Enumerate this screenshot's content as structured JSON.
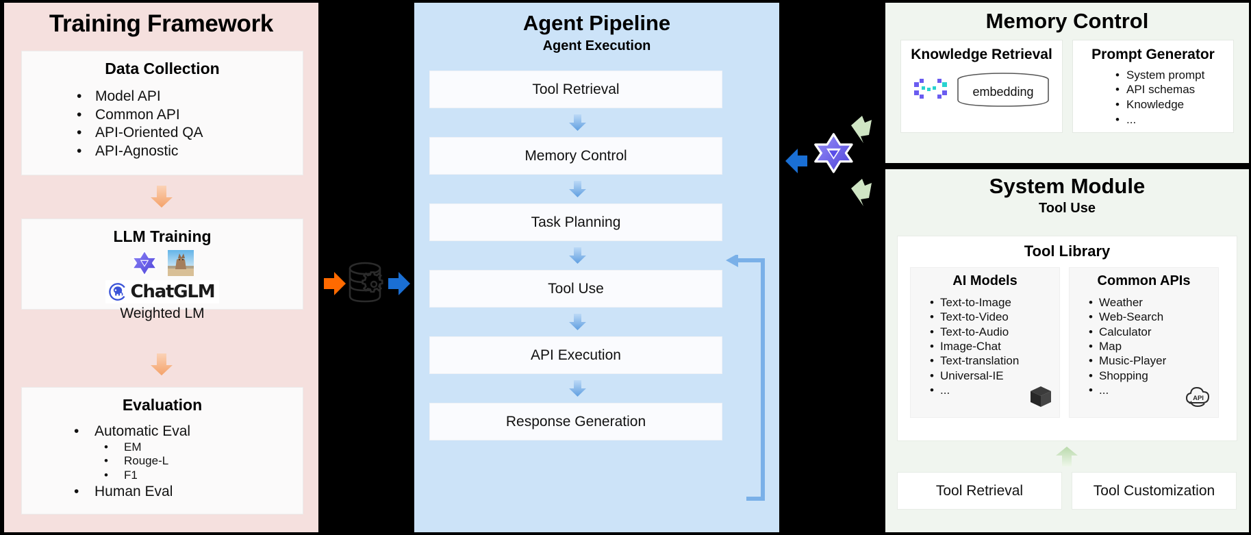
{
  "colors": {
    "background": "#000000",
    "training_panel": "#f5e0de",
    "pipeline_panel": "#cce3f8",
    "memory_panel": "#f0f5ef",
    "pink_arrow": "#f7b58a",
    "pipeline_arrow": "#7ab0e8",
    "orange_arrow": "#ff6a00",
    "blue_arrow": "#1a6fd4",
    "green_arrow": "#cfe5c4",
    "agentlm_purple": "#6a5cf0"
  },
  "training_framework": {
    "title": "Training Framework",
    "data_collection": {
      "title": "Data Collection",
      "items": [
        "Model API",
        "Common API",
        "API-Oriented QA",
        "API-Agnostic"
      ]
    },
    "llm_training": {
      "title": "LLM Training",
      "logos": [
        "agentlm-logo",
        "llama-photo",
        "chatglm-logo"
      ],
      "chatglm_text": "ChatGLM",
      "caption": "Weighted LM"
    },
    "evaluation": {
      "title": "Evaluation",
      "items": [
        {
          "label": "Automatic Eval",
          "level": 1
        },
        {
          "label": "EM",
          "level": 2
        },
        {
          "label": "Rouge-L",
          "level": 2
        },
        {
          "label": "F1",
          "level": 2
        },
        {
          "label": "Human Eval",
          "level": 1
        }
      ]
    }
  },
  "agent_pipeline": {
    "title": "Agent Pipeline",
    "subtitle": "Agent Execution",
    "steps": [
      "Tool Retrieval",
      "Memory Control",
      "Task Planning",
      "Tool Use",
      "API Execution",
      "Response Generation"
    ],
    "feedback_loop": "response-generation-to-task-planning"
  },
  "memory_control": {
    "title": "Memory Control",
    "knowledge_retrieval": {
      "title": "Knowledge Retrieval",
      "cylinder_label": "embedding",
      "icon": "vector-dots-icon"
    },
    "prompt_generator": {
      "title": "Prompt Generator",
      "items": [
        "System prompt",
        "API schemas",
        "Knowledge",
        "..."
      ]
    }
  },
  "system_module": {
    "title": "System Module",
    "subtitle": "Tool Use",
    "tool_library": {
      "title": "Tool Library",
      "ai_models": {
        "title": "AI Models",
        "icon": "cube-icon",
        "items": [
          "Text-to-Image",
          "Text-to-Video",
          "Text-to-Audio",
          "Image-Chat",
          "Text-translation",
          "Universal-IE",
          "..."
        ]
      },
      "common_apis": {
        "title": "Common APIs",
        "icon": "api-cloud-icon",
        "items": [
          "Weather",
          "Web-Search",
          "Calculator",
          "Map",
          "Music-Player",
          "Shopping",
          "..."
        ]
      }
    },
    "bottom_boxes": [
      "Tool Retrieval",
      "Tool Customization"
    ]
  },
  "connectors": {
    "database_gear": "database-gear-icon",
    "agentlm": "agentlm-logo-icon"
  }
}
